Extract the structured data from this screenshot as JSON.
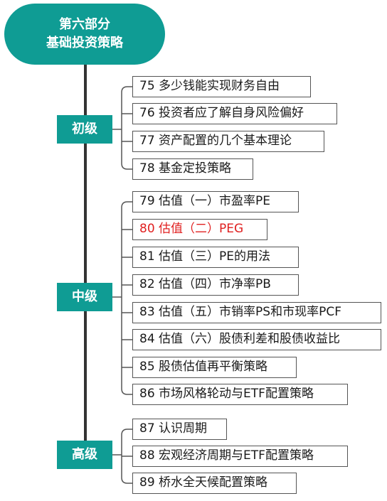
{
  "root": {
    "line1": "第六部分",
    "line2": "基础投资策略"
  },
  "colors": {
    "accent": "#0f9c94",
    "highlight": "#e02020",
    "line": "#555555"
  },
  "groups": [
    {
      "label": "初级",
      "items": [
        {
          "text": "75 多少钱能实现财务自由"
        },
        {
          "text": "76 投资者应了解自身风险偏好"
        },
        {
          "text": "77 资产配置的几个基本理论"
        },
        {
          "text": "78 基金定投策略"
        }
      ]
    },
    {
      "label": "中级",
      "items": [
        {
          "text": "79 估值（一）市盈率PE"
        },
        {
          "text": "80 估值（二）PEG",
          "highlight": true
        },
        {
          "text": "81 估值（三）PE的用法"
        },
        {
          "text": "82 估值（四）市净率PB"
        },
        {
          "text": "83 估值（五）市销率PS和市现率PCF"
        },
        {
          "text": "84 估值（六）股债利差和股债收益比"
        },
        {
          "text": "85 股债估值再平衡策略"
        },
        {
          "text": "86 市场风格轮动与ETF配置策略"
        }
      ]
    },
    {
      "label": "高级",
      "items": [
        {
          "text": "87 认识周期"
        },
        {
          "text": "88 宏观经济周期与ETF配置策略"
        },
        {
          "text": "89 桥水全天候配置策略"
        }
      ]
    }
  ]
}
